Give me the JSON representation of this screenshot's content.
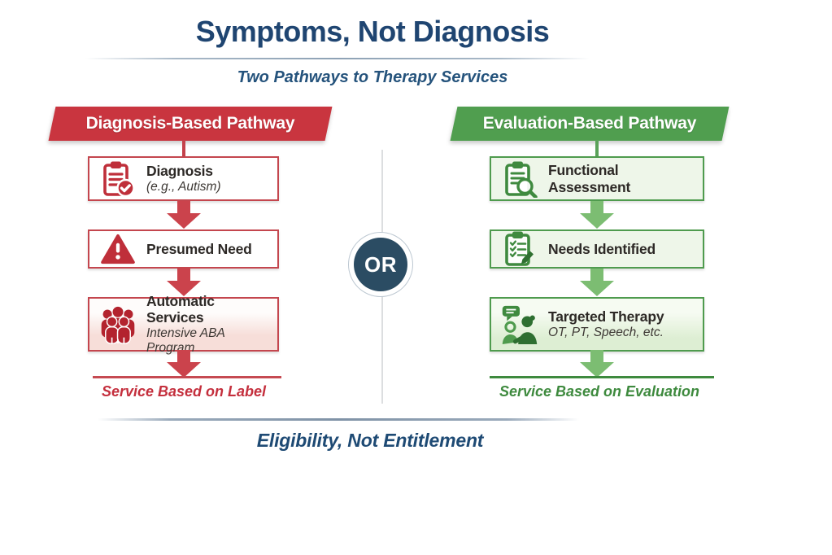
{
  "header": {
    "title": "Symptoms, Not Diagnosis",
    "subtitle": "Two Pathways to Therapy Services"
  },
  "center": {
    "or_label": "OR"
  },
  "left_pathway": {
    "banner": "Diagnosis-Based Pathway",
    "accent_color": "#c9353f",
    "steps": [
      {
        "title": "Diagnosis",
        "subtitle": "(e.g., Autism)",
        "icon": "clipboard-check-icon"
      },
      {
        "title": "Presumed Need",
        "subtitle": "",
        "icon": "warning-triangle-icon"
      },
      {
        "title": "Automatic Services",
        "subtitle": "Intensive ABA Program",
        "icon": "people-group-icon"
      }
    ],
    "caption": "Service Based on Label"
  },
  "right_pathway": {
    "banner": "Evaluation-Based Pathway",
    "accent_color": "#509e4f",
    "steps": [
      {
        "title": "Functional Assessment",
        "subtitle": "",
        "icon": "clipboard-search-icon"
      },
      {
        "title": "Needs Identified",
        "subtitle": "",
        "icon": "clipboard-checklist-icon"
      },
      {
        "title": "Targeted Therapy",
        "subtitle": "OT, PT, Speech, etc.",
        "icon": "therapy-session-icon"
      }
    ],
    "caption": "Service Based on Evaluation"
  },
  "footer": {
    "tagline": "Eligibility, Not Entitlement"
  },
  "colors": {
    "navy": "#1f4571",
    "red": "#c9353f",
    "green": "#509e4f",
    "divider_gray": "#dcdee0"
  }
}
